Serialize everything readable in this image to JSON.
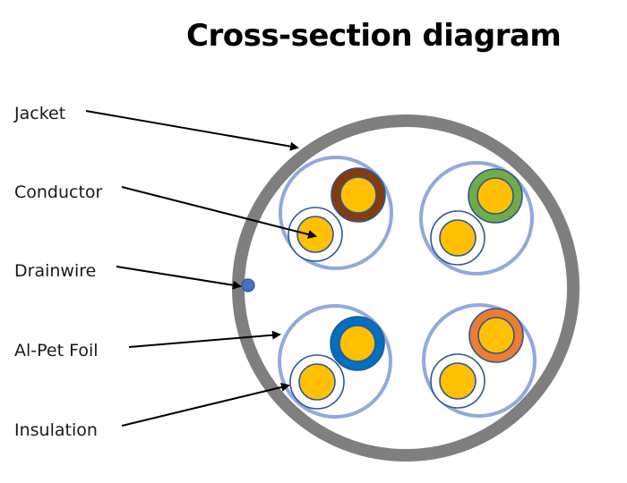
{
  "title": "Cross-section diagram",
  "labels": [
    {
      "id": "jacket",
      "text": "Jacket"
    },
    {
      "id": "conductor",
      "text": "Conductor"
    },
    {
      "id": "drainwire",
      "text": "Drainwire"
    },
    {
      "id": "foil",
      "text": "Al-Pet Foil"
    },
    {
      "id": "insulation",
      "text": "Insulation"
    }
  ],
  "colors": {
    "jacket": "#7f7f7f",
    "foil": "#8faadc",
    "insulation_outline": "#2f5597",
    "conductor": "#ffc000",
    "drainwire": "#4472c4",
    "arrow": "#000000"
  },
  "pairs": [
    {
      "position": "top-left",
      "color_name": "brown",
      "color": "#843c0c"
    },
    {
      "position": "top-right",
      "color_name": "green",
      "color": "#70ad47"
    },
    {
      "position": "bottom-left",
      "color_name": "blue",
      "color": "#0070c0"
    },
    {
      "position": "bottom-right",
      "color_name": "orange",
      "color": "#ed7d31"
    }
  ]
}
